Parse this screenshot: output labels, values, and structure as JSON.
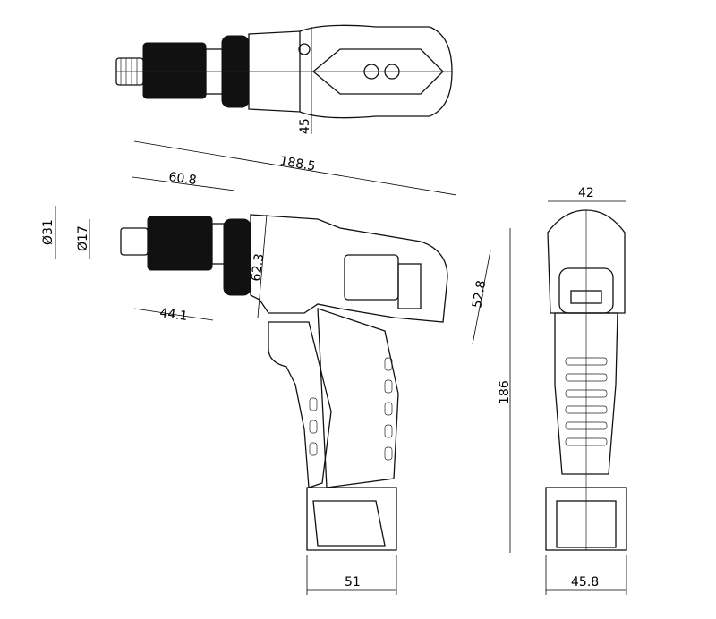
{
  "title": "Cordless drill dimension drawing",
  "dimensions": {
    "top_height": "45",
    "overall_length": "188.5",
    "chuck_length": "60.8",
    "chuck_diameter": "Ø31",
    "bit_diameter": "Ø17",
    "head_height": "62.3",
    "body_height": "52.8",
    "chuck_offset": "44.1",
    "overall_height": "186",
    "front_width": "42",
    "battery_length": "51",
    "battery_width": "45.8"
  }
}
